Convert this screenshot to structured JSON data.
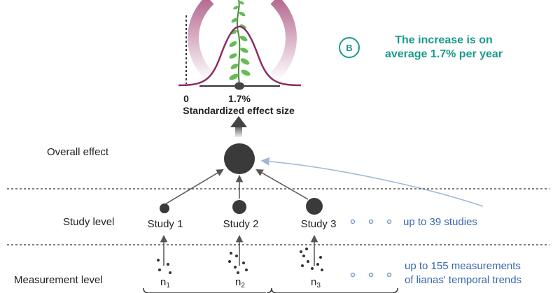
{
  "colors": {
    "curve": "#8b2a63",
    "arrow_pink": "#b56b91",
    "node": "#333333",
    "teal": "#1a9a8c",
    "blue": "#3a67b0",
    "leaf": "#66bb55",
    "divider": "#555555"
  },
  "effect_panel": {
    "zero_label": "0",
    "estimate_label": "1.7%",
    "axis_title": "Standardized effect size",
    "badge_letter": "B",
    "callout_line1": "The increase is on",
    "callout_line2": "average 1.7% per year"
  },
  "levels": {
    "overall_label": "Overall effect",
    "study_label": "Study level",
    "measurement_label": "Measurement level"
  },
  "studies": [
    "Study 1",
    "Study 2",
    "Study 3"
  ],
  "measurements": [
    {
      "base": "n",
      "sub": "1"
    },
    {
      "base": "n",
      "sub": "2"
    },
    {
      "base": "n",
      "sub": "3"
    }
  ],
  "notes": {
    "studies": "up to 39 studies",
    "measurements_line1": "up to 155 measurements",
    "measurements_line2": "of lianas' temporal trends"
  },
  "icons": {
    "plant": "liana-plant-icon",
    "badge": "badge-b-icon"
  }
}
